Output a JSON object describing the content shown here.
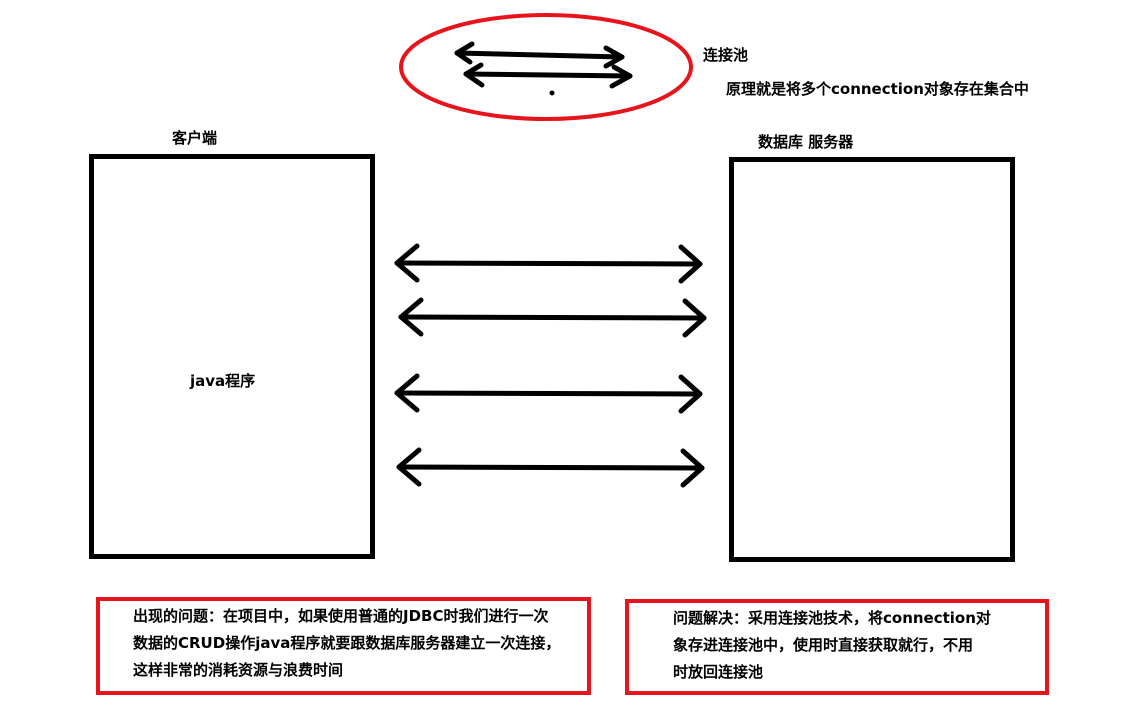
{
  "pool": {
    "title": "连接池",
    "description": "原理就是将多个connection对象存在集合中",
    "ellipse_color": "#e8141c"
  },
  "client": {
    "title": "客户端",
    "program": "java程序"
  },
  "server": {
    "title": "数据库 服务器"
  },
  "problem": {
    "lines": [
      "出现的问题：在项目中，如果使用普通的JDBC时我们进行一次",
      "数据的CRUD操作java程序就要跟数据库服务器建立一次连接，",
      "这样非常的消耗资源与浪费时间"
    ]
  },
  "solution": {
    "lines": [
      "问题解决：采用连接池技术，将connection对",
      "象存进连接池中，使用时直接获取就行，不用",
      "时放回连接池"
    ]
  },
  "colors": {
    "note_border": "#e8141c",
    "box_border": "#000000"
  }
}
